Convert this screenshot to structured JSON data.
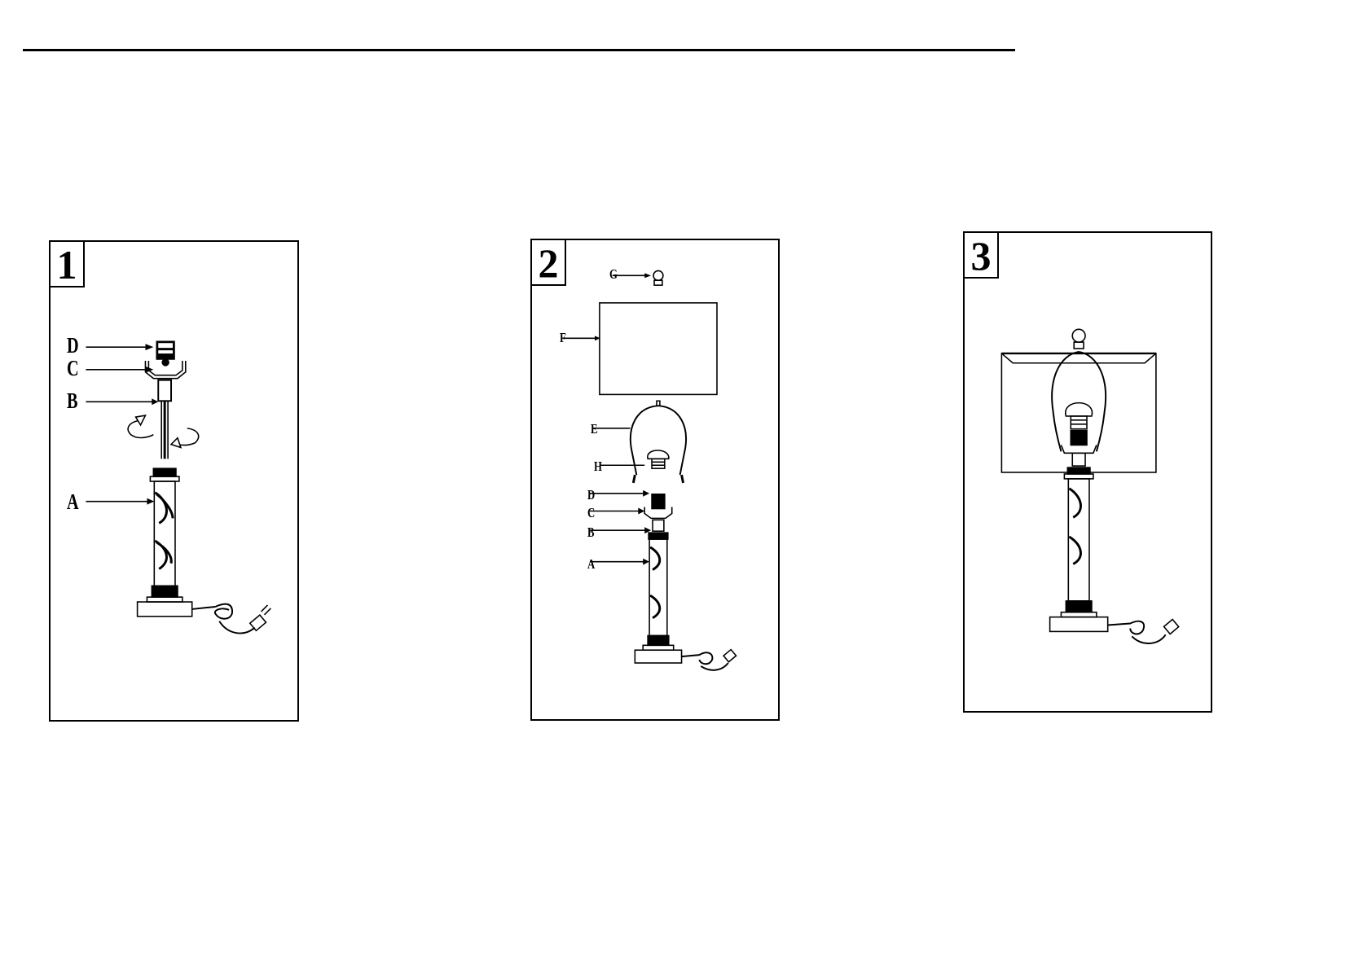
{
  "steps": [
    {
      "number": "1",
      "labels": {
        "D": "D",
        "C": "C",
        "B": "B",
        "A": "A"
      }
    },
    {
      "number": "2",
      "labels": {
        "G": "G",
        "F": "F",
        "E": "E",
        "H": "H",
        "D": "D",
        "C": "C",
        "B": "B",
        "A": "A"
      }
    },
    {
      "number": "3",
      "labels": {}
    }
  ],
  "icons": [
    "rotate-arrows-icon",
    "lamp-base-icon",
    "socket-icon",
    "harp-icon",
    "bulb-icon",
    "finial-icon",
    "lampshade-icon",
    "plug-icon"
  ],
  "colors": {
    "line": "#000000",
    "background": "#ffffff"
  }
}
